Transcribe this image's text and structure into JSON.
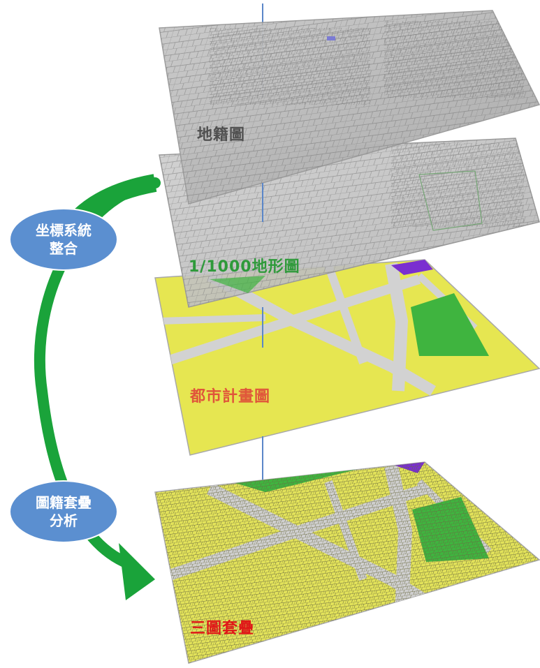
{
  "layers": [
    {
      "label": "地籍圖",
      "color": "#505050"
    },
    {
      "label": "1/1000地形圖",
      "color": "#2e9a3a"
    },
    {
      "label": "都市計畫圖",
      "color": "#e0553a"
    },
    {
      "label": "三圖套疊",
      "color": "#e01818"
    }
  ],
  "steps": [
    {
      "line1": "坐標系統",
      "line2": "整合"
    },
    {
      "line1": "圖籍套疊",
      "line2": "分析"
    }
  ],
  "colors": {
    "arrow": "#1aa33a",
    "bubble": "#5b8fd0",
    "axis": "#5a86c8",
    "zone_yellow": "#e6e651",
    "zone_green": "#3fb43f",
    "zone_purple": "#7a2fd0"
  }
}
